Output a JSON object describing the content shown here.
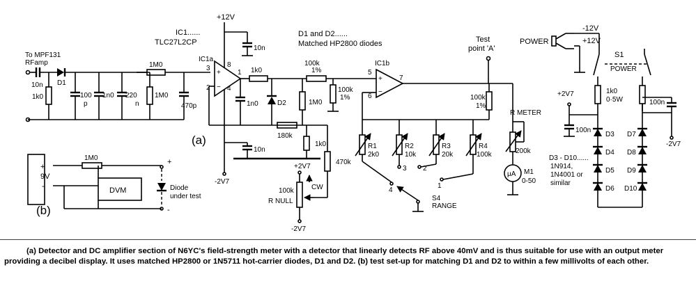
{
  "labels": {
    "v12": "+12V",
    "ic1": "IC1......",
    "ic1_part": "TLC27L2CP",
    "d1d2": "D1 and D2......",
    "d1d2_part": "Matched HP2800 diodes",
    "test_point": "Test",
    "test_point2": "point 'A'",
    "power": "POWER",
    "neg12": "-12V",
    "pos12": "+12V",
    "s1": "S1",
    "s1_power": "POWER",
    "to_mpf": "To MPF131",
    "rf_amp": "RFamp",
    "c10n_in": "10n",
    "d1": "D1",
    "r1k0_in": "1k0",
    "c100p_a": "100",
    "c100p_b": "p",
    "c1n0": "1n0",
    "c220_a": "220",
    "c220_b": "n",
    "r1m0_top": "1M0",
    "r1m0_v": "1M0",
    "c470p": "470p",
    "pin3": "3",
    "pin2": "2",
    "pin8": "8",
    "pin4": "4",
    "pin1": "1",
    "ic1a": "IC1a",
    "c10n_top": "10n",
    "r1k0_out": "1k0",
    "c1n0_b": "1n0",
    "d2": "D2",
    "r1m0_c": "1M0",
    "r180k": "180k",
    "label_a": "(a)",
    "c10n_bot": "10n",
    "r1k0_s": "1k0",
    "neg27_a": "-2V7",
    "pos27_null": "+2V7",
    "cw": "CW",
    "r100k_null": "100k",
    "rnull": "R NULL",
    "neg27_null": "-2V7",
    "r470k": "470k",
    "r100k_1pc": "100k",
    "pct1": "1%",
    "r100k_1pc_b": "100k",
    "pct1_b": "1%",
    "pin5": "5",
    "pin6": "6",
    "pin7": "7",
    "ic1b": "IC1b",
    "r100k_1pc_c": "100k",
    "pct1_c": "1%",
    "rmeter": "R METER",
    "r1": "R1",
    "r1v": "2k0",
    "r2": "R2",
    "r2v": "10k",
    "r3": "R3",
    "r3v": "20k",
    "r4": "R4",
    "r4v": "100k",
    "r200k": "200k",
    "sw3": "3",
    "sw2": "2",
    "sw4": "4",
    "sw1": "1",
    "s4": "S4",
    "range": "RANGE",
    "mu_a": "μA",
    "m1": "M1",
    "m1_range": "0-50",
    "pos27_r": "+2V7",
    "r1k0_05": "1k0",
    "half_w": "0·5W",
    "c100n_r": "100n",
    "c100n_r2": "100n",
    "neg27_r": "-2V7",
    "d3": "D3",
    "d4": "D4",
    "d5": "D5",
    "d6": "D6",
    "d7": "D7",
    "d8": "D8",
    "d9": "D9",
    "d10": "D10",
    "d3d10": "D3 - D10......",
    "n914": "1N914,",
    "n4001": "1N4001 or",
    "similar": "similar",
    "b_r1m0": "1M0",
    "b_plus": "+",
    "b_9v": "9V",
    "b_minus": "-",
    "b_dvm": "DVM",
    "b_plus2": "+",
    "b_minus2": "-",
    "b_diode": "Diode",
    "b_under": "under test",
    "label_b": "(b)"
  },
  "caption": {
    "line1": "(a) Detector and DC amplifier section of N6YC's field-strength meter with a detector that linearly detects RF above 40mV and is thus suitable for use with an output meter providing a decibel display. It uses matched HP2800 or 1N5711 hot-carrier diodes, D1 and D2. (b) test set-up for matching D1 and D2 to within a few millivolts of each other."
  }
}
